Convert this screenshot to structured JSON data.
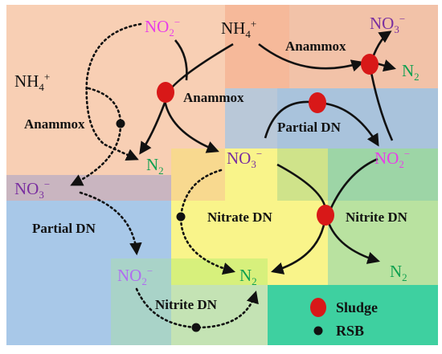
{
  "colors": {
    "nitrite": "#e83ee8",
    "nitrite_light": "#b06cf0",
    "nitrate": "#7a2fa0",
    "nitrogen": "#10a050",
    "ammonium": "#111111",
    "sludge": "#e02020",
    "rsb": "#111111"
  },
  "species": {
    "no2_top": {
      "base": "NO",
      "sub": "2",
      "sup": "−"
    },
    "nh4_top": {
      "base": "NH",
      "sub": "4",
      "sup": "+"
    },
    "no3_topright": {
      "base": "NO",
      "sub": "3",
      "sup": "−"
    },
    "n2_topright": {
      "base": "N",
      "sub": "2"
    },
    "nh4_left": {
      "base": "NH",
      "sub": "4",
      "sup": "+"
    },
    "n2_mid": {
      "base": "N",
      "sub": "2"
    },
    "no3_center": {
      "base": "NO",
      "sub": "3",
      "sup": "−"
    },
    "no2_right": {
      "base": "NO",
      "sub": "2",
      "sup": "−"
    },
    "no3_left": {
      "base": "NO",
      "sub": "3",
      "sup": "−"
    },
    "no2_bottomleft": {
      "base": "NO",
      "sub": "2",
      "sup": "−"
    },
    "n2_bottom": {
      "base": "N",
      "sub": "2"
    },
    "n2_bottomright": {
      "base": "N",
      "sub": "2"
    }
  },
  "processes": {
    "anammox_top": "Anammox",
    "anammox_center": "Anammox",
    "anammox_left": "Anammox",
    "partial_dn_top": "Partial DN",
    "partial_dn_left": "Partial DN",
    "nitrate_dn": "Nitrate DN",
    "nitrite_dn_right": "Nitrite DN",
    "nitrite_dn_bottom": "Nitrite DN"
  },
  "legend": {
    "sludge": "Sludge",
    "rsb": "RSB"
  }
}
